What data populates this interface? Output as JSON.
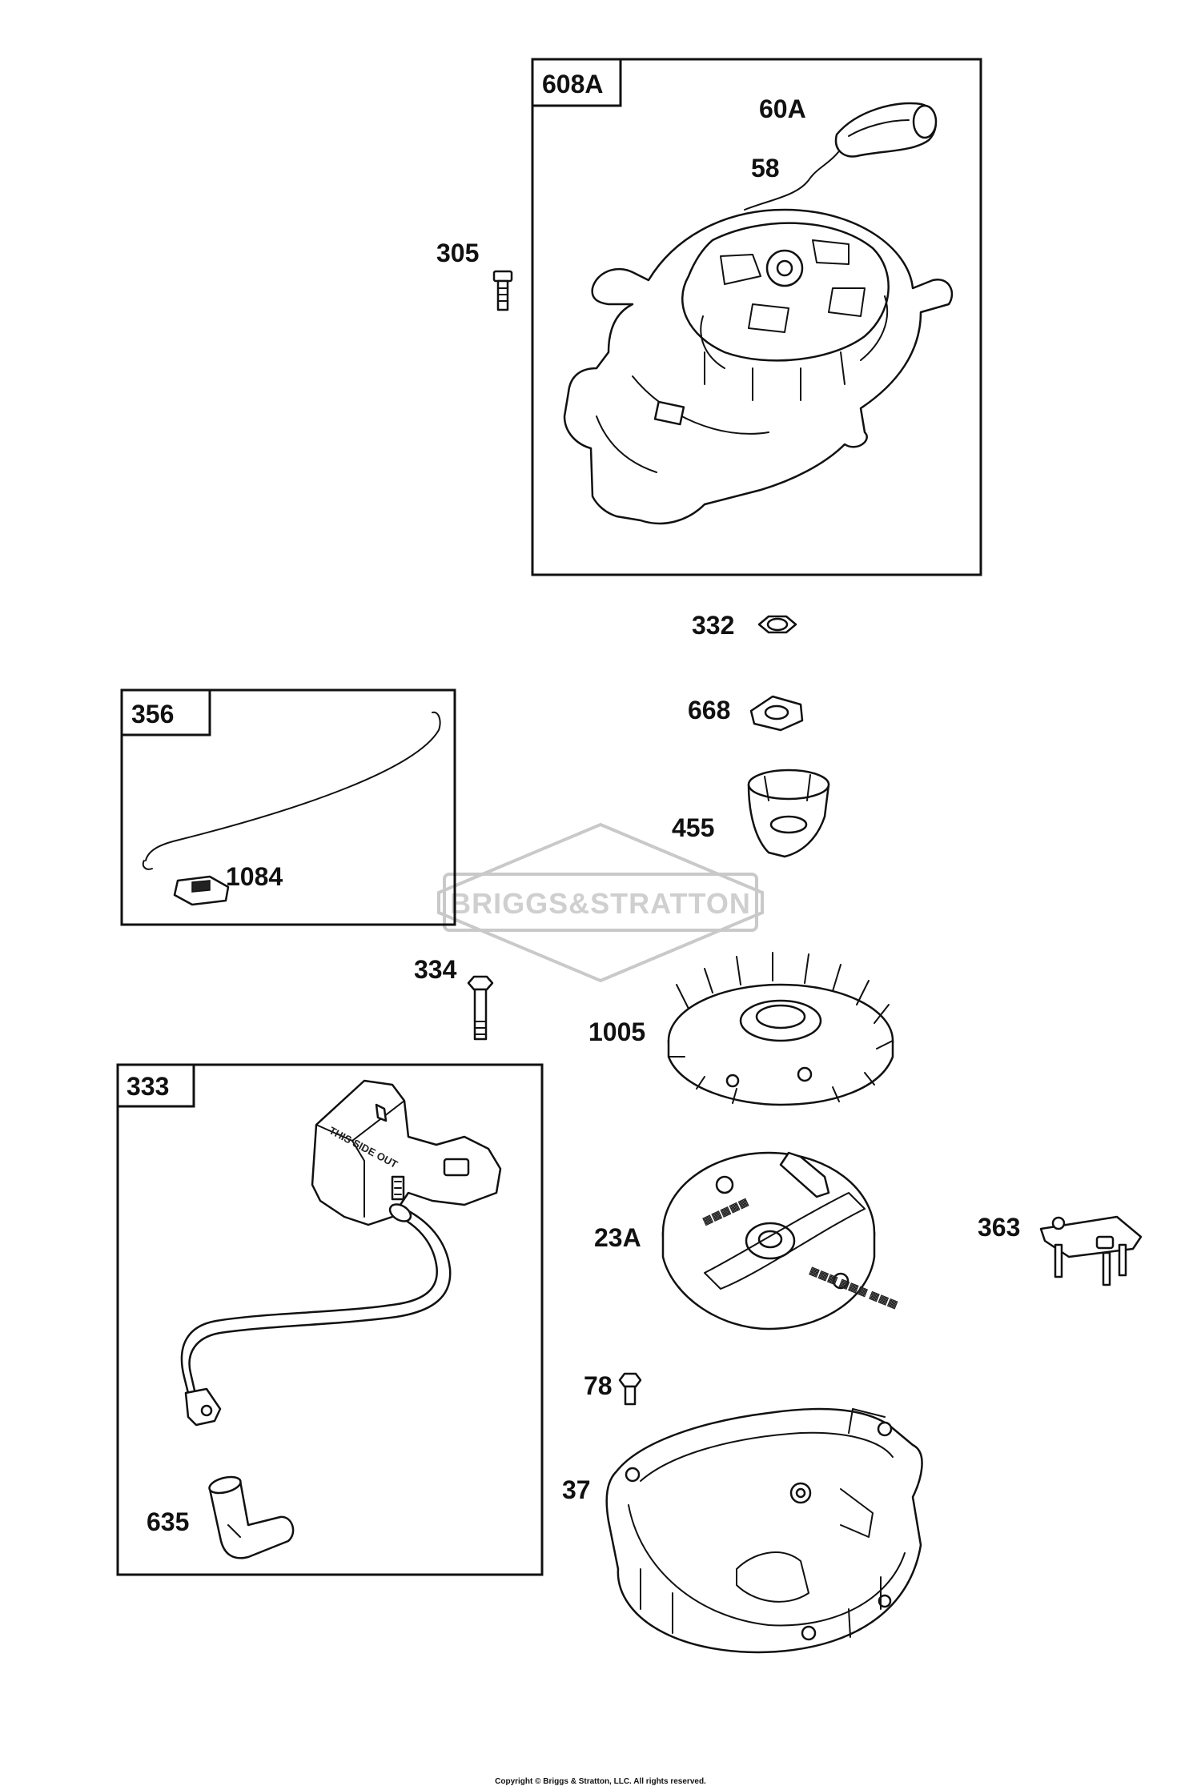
{
  "watermark": {
    "text": "BRIGGS&STRATTON"
  },
  "copyright": "Copyright © Briggs & Stratton, LLC. All rights reserved.",
  "groups": {
    "g608a": "608A",
    "g356": "356",
    "g333": "333"
  },
  "parts": {
    "p60a": "60A",
    "p58": "58",
    "p305": "305",
    "p332": "332",
    "p668": "668",
    "p455": "455",
    "p1084": "1084",
    "p334": "334",
    "p1005": "1005",
    "p23a": "23A",
    "p363": "363",
    "p78": "78",
    "p37": "37",
    "p635": "635"
  },
  "markings": {
    "coil_text": "THIS SIDE OUT"
  }
}
